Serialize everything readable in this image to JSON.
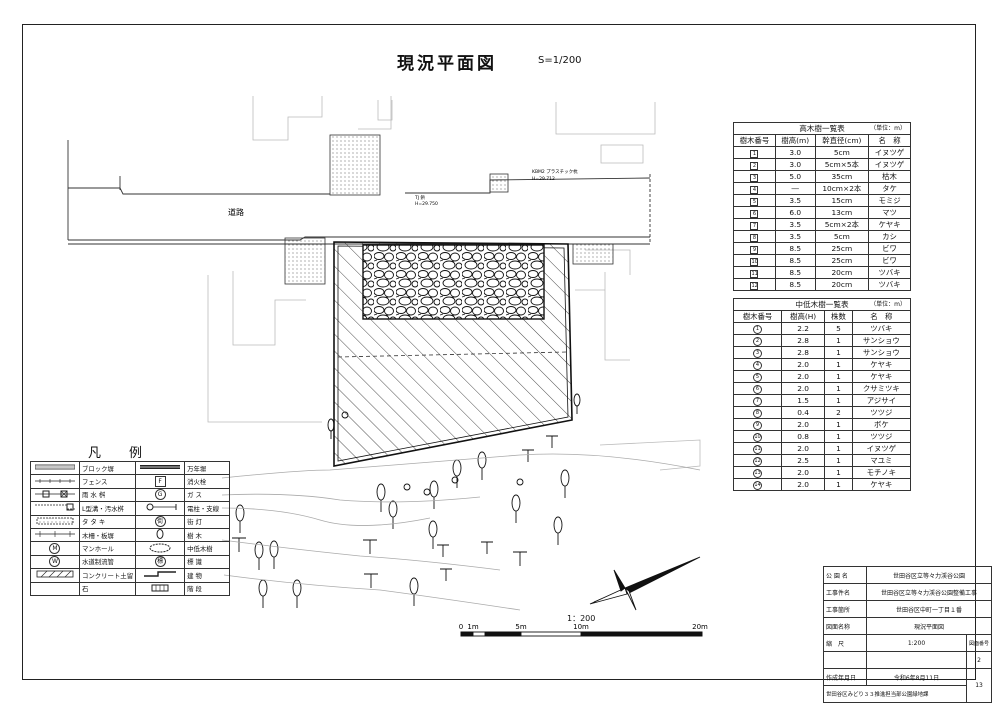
{
  "title": "現況平面図",
  "scale_note": "S=1/200",
  "plan_labels": {
    "road": "道路",
    "survey_note_1": "KBM2 プラスチック杭",
    "survey_note_1b": "H=29.712",
    "survey_note_2": "TJ 鋲",
    "survey_note_2b": "H=29.750",
    "scale_caption": "1：200",
    "scale_ticks": [
      "0",
      "1m",
      "5m",
      "10m",
      "20m"
    ]
  },
  "tall_trees": {
    "caption": "高木樹一覧表",
    "unit": "（単位：m）",
    "headers": [
      "樹木番号",
      "樹高(m)",
      "幹直径(cm)",
      "名　称"
    ],
    "rows": [
      {
        "no": "1",
        "height": "3.0",
        "trunk": "5cm",
        "name": "イヌツゲ"
      },
      {
        "no": "2",
        "height": "3.0",
        "trunk": "5cm×5本",
        "name": "イヌツゲ"
      },
      {
        "no": "3",
        "height": "5.0",
        "trunk": "35cm",
        "name": "枯木"
      },
      {
        "no": "4",
        "height": "―",
        "trunk": "10cm×2本",
        "name": "タケ"
      },
      {
        "no": "5",
        "height": "3.5",
        "trunk": "15cm",
        "name": "モミジ"
      },
      {
        "no": "6",
        "height": "6.0",
        "trunk": "13cm",
        "name": "マツ"
      },
      {
        "no": "7",
        "height": "3.5",
        "trunk": "5cm×2本",
        "name": "ケヤキ"
      },
      {
        "no": "8",
        "height": "3.5",
        "trunk": "5cm",
        "name": "カシ"
      },
      {
        "no": "9",
        "height": "8.5",
        "trunk": "25cm",
        "name": "ビワ"
      },
      {
        "no": "10",
        "height": "8.5",
        "trunk": "25cm",
        "name": "ビワ"
      },
      {
        "no": "11",
        "height": "8.5",
        "trunk": "20cm",
        "name": "ツバキ"
      },
      {
        "no": "12",
        "height": "8.5",
        "trunk": "20cm",
        "name": "ツバキ"
      }
    ]
  },
  "small_trees": {
    "caption": "中低木樹一覧表",
    "unit": "（単位：m）",
    "headers": [
      "樹木番号",
      "樹高(H)",
      "株数",
      "名　称"
    ],
    "rows": [
      {
        "no": "1",
        "height": "2.2",
        "count": "5",
        "name": "ツバキ"
      },
      {
        "no": "2",
        "height": "2.8",
        "count": "1",
        "name": "サンショウ"
      },
      {
        "no": "3",
        "height": "2.8",
        "count": "1",
        "name": "サンショウ"
      },
      {
        "no": "4",
        "height": "2.0",
        "count": "1",
        "name": "ケヤキ"
      },
      {
        "no": "5",
        "height": "2.0",
        "count": "1",
        "name": "ケヤキ"
      },
      {
        "no": "6",
        "height": "2.0",
        "count": "1",
        "name": "クサミツキ"
      },
      {
        "no": "7",
        "height": "1.5",
        "count": "1",
        "name": "アジサイ"
      },
      {
        "no": "8",
        "height": "0.4",
        "count": "2",
        "name": "ツツジ"
      },
      {
        "no": "9",
        "height": "2.0",
        "count": "1",
        "name": "ボケ"
      },
      {
        "no": "10",
        "height": "0.8",
        "count": "1",
        "name": "ツツジ"
      },
      {
        "no": "11",
        "height": "2.0",
        "count": "1",
        "name": "イヌツゲ"
      },
      {
        "no": "12",
        "height": "2.5",
        "count": "1",
        "name": "マユミ"
      },
      {
        "no": "13",
        "height": "2.0",
        "count": "1",
        "name": "モチノキ"
      },
      {
        "no": "14",
        "height": "2.0",
        "count": "1",
        "name": "ケヤキ"
      }
    ]
  },
  "legend": {
    "title": "凡例",
    "rows": [
      {
        "left_sym": "block-wall",
        "left": "ブロック塀",
        "right_sym": "bankin-wall",
        "right": "万年塀"
      },
      {
        "left_sym": "fence",
        "left": "フェンス",
        "right_sym": "hydrant",
        "right_symtext": "F",
        "right": "消火栓"
      },
      {
        "left_sym": "water-pipe",
        "left": "雨 水 桝",
        "right_sym": "gas",
        "right_symtext": "G",
        "right": "ガ ス"
      },
      {
        "left_sym": "gutter",
        "left": "L型溝・汚水桝",
        "right_sym": "pole",
        "right": "電柱・支線"
      },
      {
        "left_sym": "tatami",
        "left": "タ タ キ",
        "right_sym": "streetlight",
        "right_symtext": "街",
        "right": "街 灯"
      },
      {
        "left_sym": "wood-fence",
        "left": "木柵・板塀",
        "right_sym": "tree",
        "right": "樹 木"
      },
      {
        "left_sym": "manhole",
        "left_symtext": "M",
        "left": "マンホール",
        "right_sym": "shrub",
        "right": "中低木樹"
      },
      {
        "left_sym": "water-valve",
        "left_symtext": "W",
        "left": "水道制流管",
        "right_sym": "sign",
        "right_symtext": "標",
        "right": "標 識"
      },
      {
        "left_sym": "concrete",
        "left": "コンクリート土留",
        "right_sym": "building",
        "right": "建 物"
      },
      {
        "left_sym": "stone",
        "left": "石",
        "right_sym": "stairs",
        "right": "階 段"
      }
    ]
  },
  "title_block": {
    "rows": [
      {
        "label": "公 園 名",
        "value": "世田谷区立等々力渓谷公園"
      },
      {
        "label": "工事件名",
        "value": "世田谷区立等々力渓谷公園整備工事"
      },
      {
        "label": "工事箇所",
        "value": "世田谷区中町一丁目１番"
      },
      {
        "label": "図面名称",
        "value": "現況平面図"
      },
      {
        "label": "縮　尺",
        "value": "1:200"
      }
    ],
    "drawing_number_label": "図面番号",
    "drawing_number": "2",
    "date_label": "作成年月日",
    "date": "令和6年8月11日",
    "office": "世田谷区みどり３３推進担当部公園緑地課",
    "sheet": "13"
  }
}
